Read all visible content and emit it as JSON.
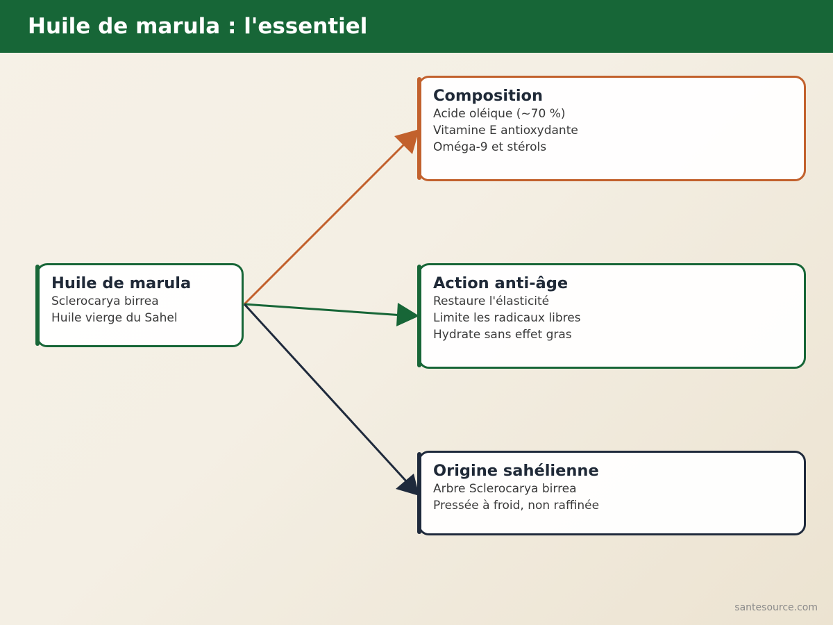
{
  "header": {
    "title": "Huile de marula : l'essentiel"
  },
  "colors": {
    "green": "#176637",
    "orange": "#c2612d",
    "navy": "#1f2a3c"
  },
  "nodes": {
    "root": {
      "title": "Huile de marula",
      "lines": [
        "Sclerocarya birrea",
        "Huile vierge du Sahel"
      ]
    },
    "composition": {
      "title": "Composition",
      "lines": [
        "Acide oléique (~70 %)",
        "Vitamine E antioxydante",
        "Oméga-9 et stérols"
      ]
    },
    "action": {
      "title": "Action anti-âge",
      "lines": [
        "Restaure l'élasticité",
        "Limite les radicaux libres",
        "Hydrate sans effet gras"
      ]
    },
    "origine": {
      "title": "Origine sahélienne",
      "lines": [
        "Arbre Sclerocarya birrea",
        "Pressée à froid, non raffinée"
      ]
    }
  },
  "footer": {
    "source": "santesource.com"
  }
}
